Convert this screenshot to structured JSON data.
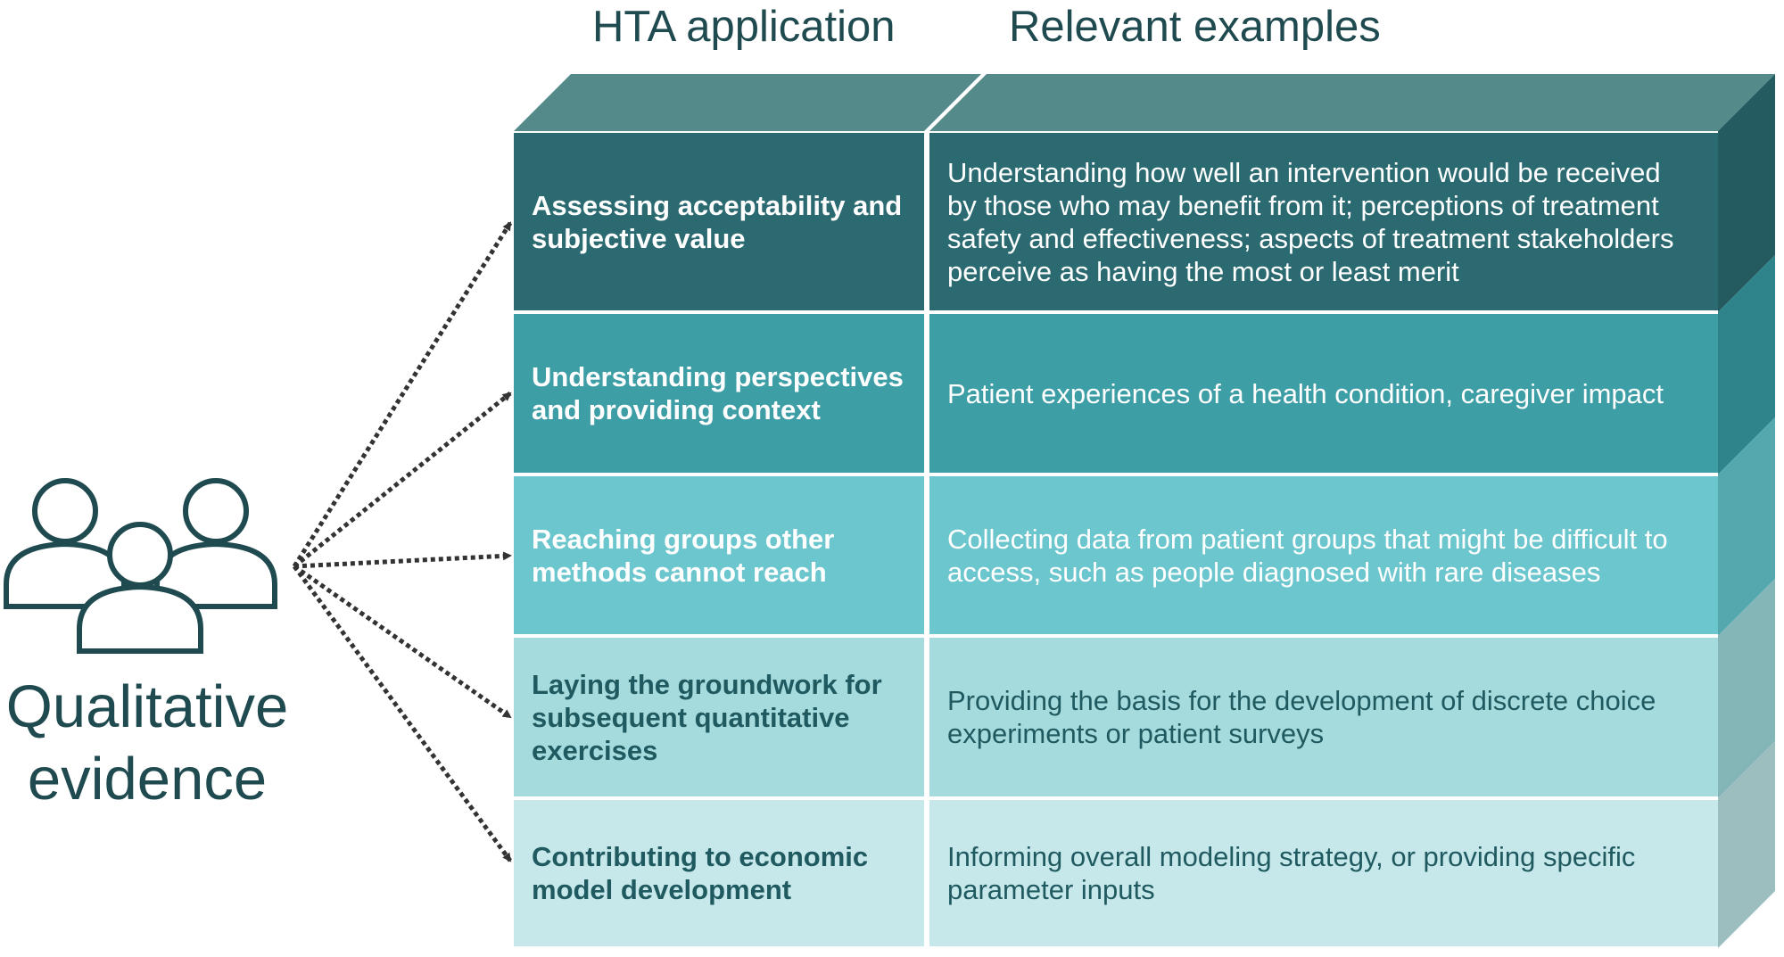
{
  "headers": {
    "application": "HTA application",
    "examples": "Relevant examples"
  },
  "source": {
    "label_line1": "Qualitative",
    "label_line2": "evidence",
    "icon": "people-group-icon"
  },
  "rows": [
    {
      "application": "Assessing acceptability and subjective value",
      "example": "Understanding how well an intervention would be received by those who may benefit from it; perceptions of treatment safety and effectiveness; aspects of treatment stakeholders perceive as having the most or least merit",
      "fill": "#2a6a70",
      "text_color": "#ffffff"
    },
    {
      "application": "Understanding perspectives and providing context",
      "example": "Patient experiences of a health condition, caregiver impact",
      "fill": "#3e9ea6",
      "text_color": "#ffffff"
    },
    {
      "application": "Reaching groups other methods cannot reach",
      "example": "Collecting data from patient groups that might be difficult to access, such as people diagnosed with rare diseases",
      "fill": "#6cc6cd",
      "text_color": "#ffffff"
    },
    {
      "application": "Laying the groundwork for subsequent quantitative exercises",
      "example": "Providing the basis for the development of discrete choice experiments or patient surveys",
      "fill": "#a6dbde",
      "text_color": "#1f5a60"
    },
    {
      "application": "Contributing to economic model development",
      "example": "Informing overall modeling strategy, or providing specific parameter inputs",
      "fill": "#c6e8ea",
      "text_color": "#1f5a60"
    }
  ],
  "colors": {
    "top_face": "#548b8a",
    "side_face": "#8aa9aa",
    "heading": "#1f4a4f",
    "arrow": "#333333"
  }
}
